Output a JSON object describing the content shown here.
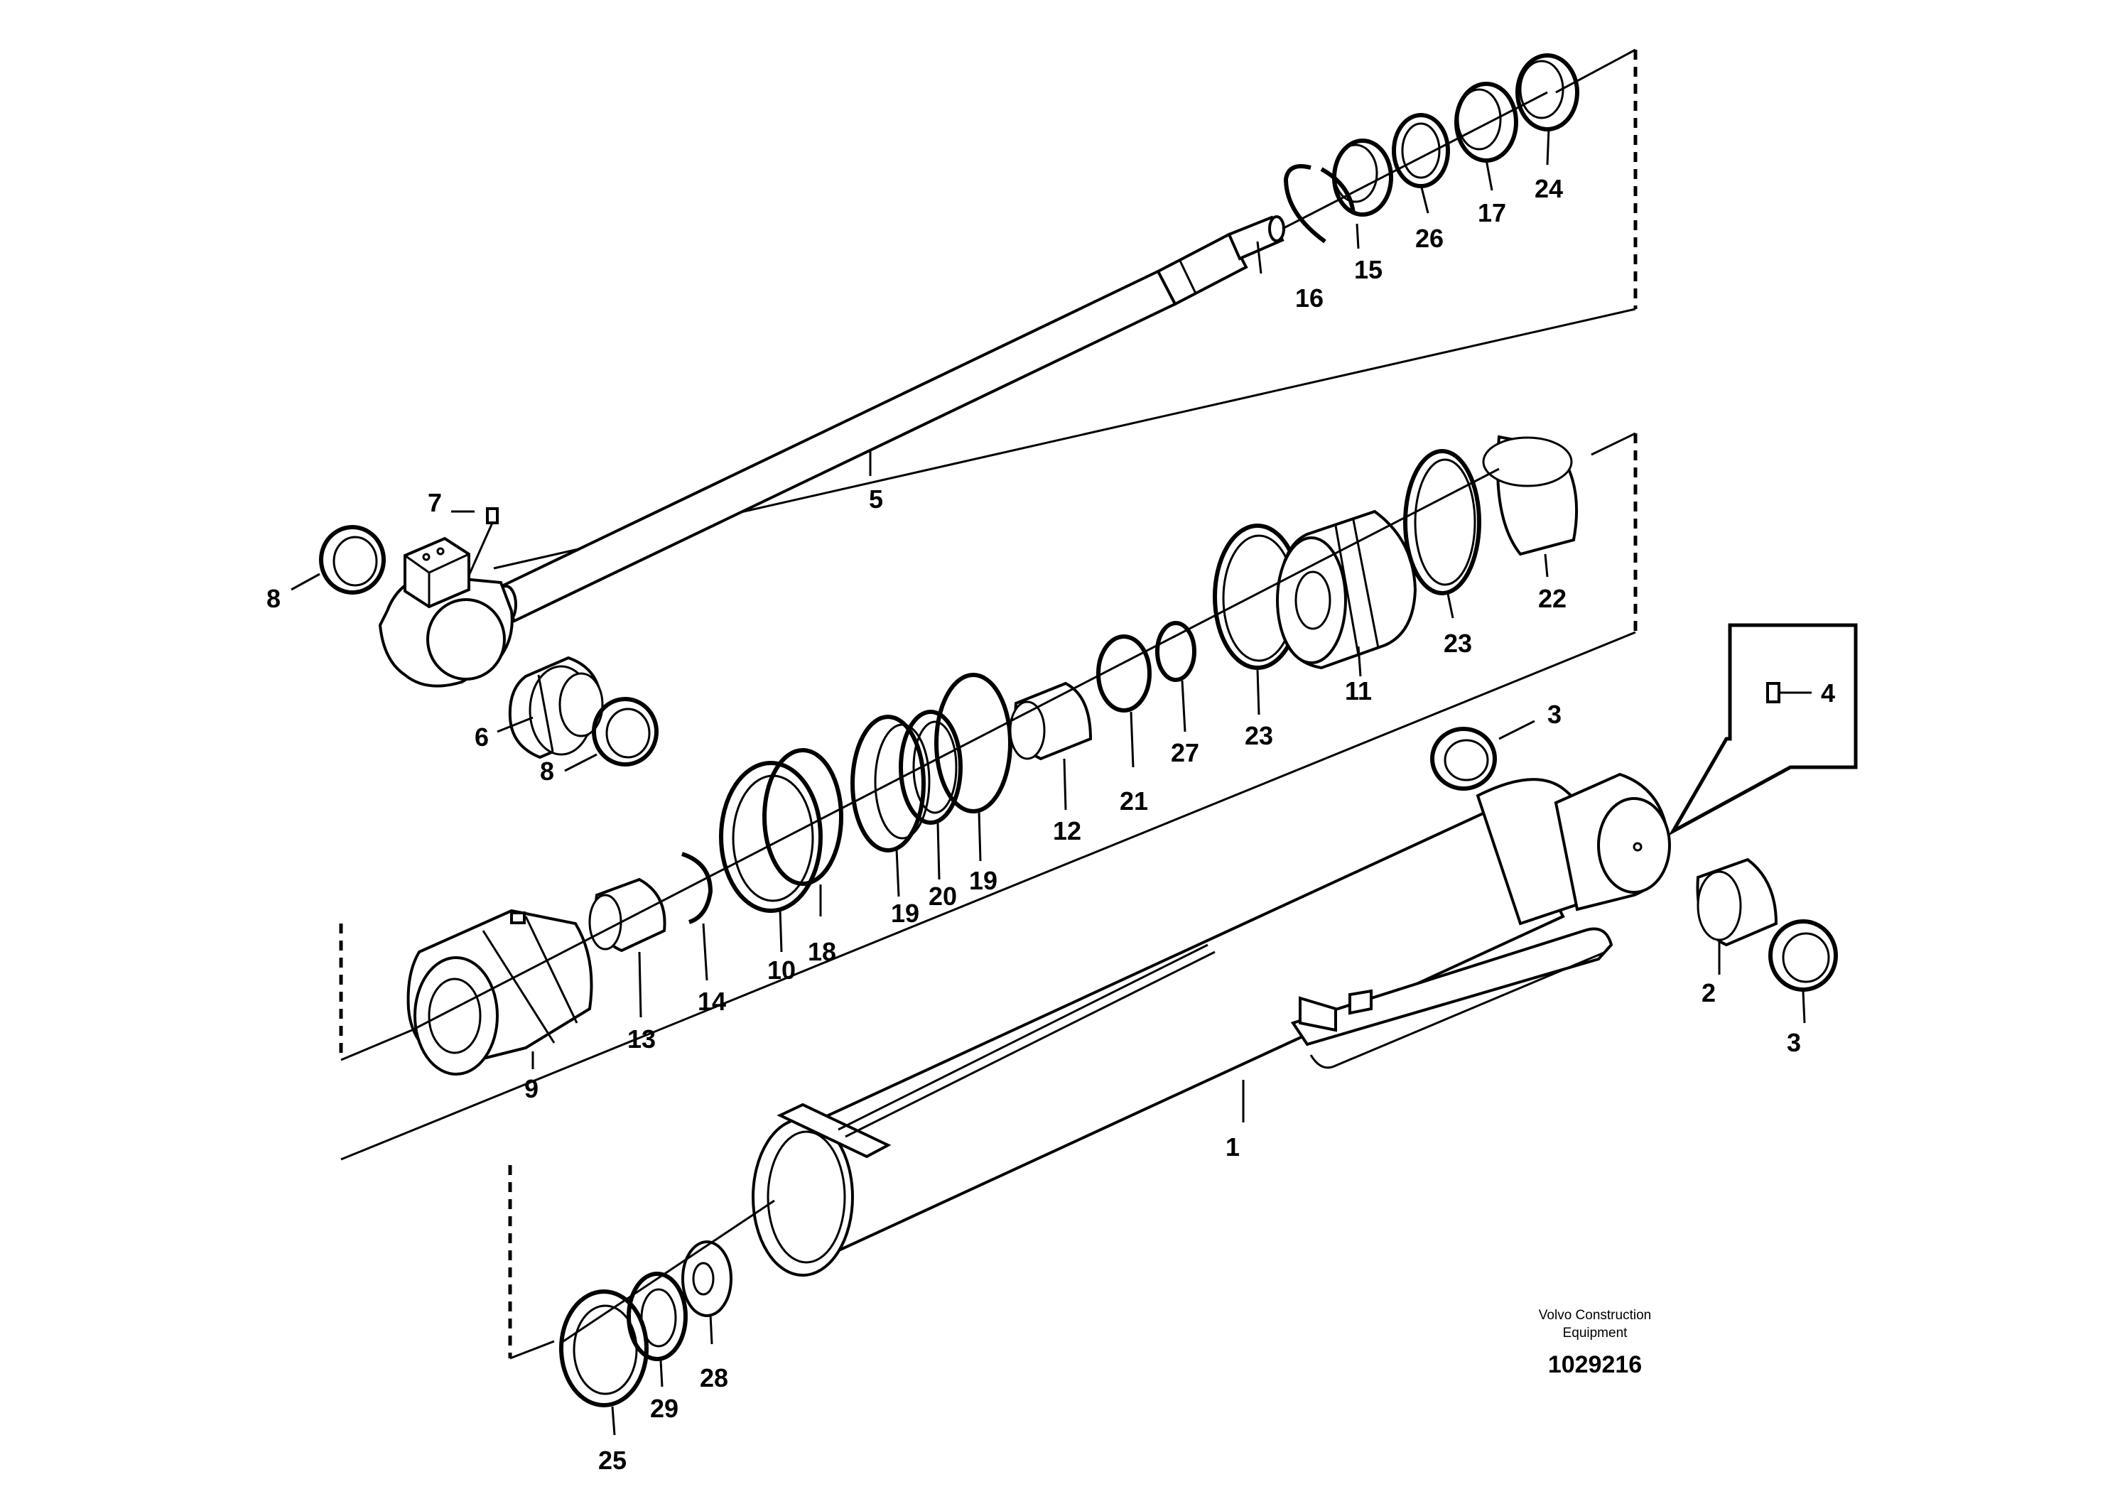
{
  "labels": {
    "p1": "1",
    "p2": "2",
    "p3a": "3",
    "p3b": "3",
    "p4": "4",
    "p5": "5",
    "p6": "6",
    "p7": "7",
    "p8a": "8",
    "p8b": "8",
    "p9": "9",
    "p10": "10",
    "p11": "11",
    "p12": "12",
    "p13": "13",
    "p14": "14",
    "p15": "15",
    "p16": "16",
    "p17": "17",
    "p18": "18",
    "p19a": "19",
    "p19b": "19",
    "p20": "20",
    "p21": "21",
    "p22": "22",
    "p23a": "23",
    "p23b": "23",
    "p24": "24",
    "p25": "25",
    "p26": "26",
    "p27": "27",
    "p28": "28",
    "p29": "29"
  },
  "footer": {
    "company_line1": "Volvo Construction",
    "company_line2": "Equipment",
    "doc_number": "1029216"
  }
}
